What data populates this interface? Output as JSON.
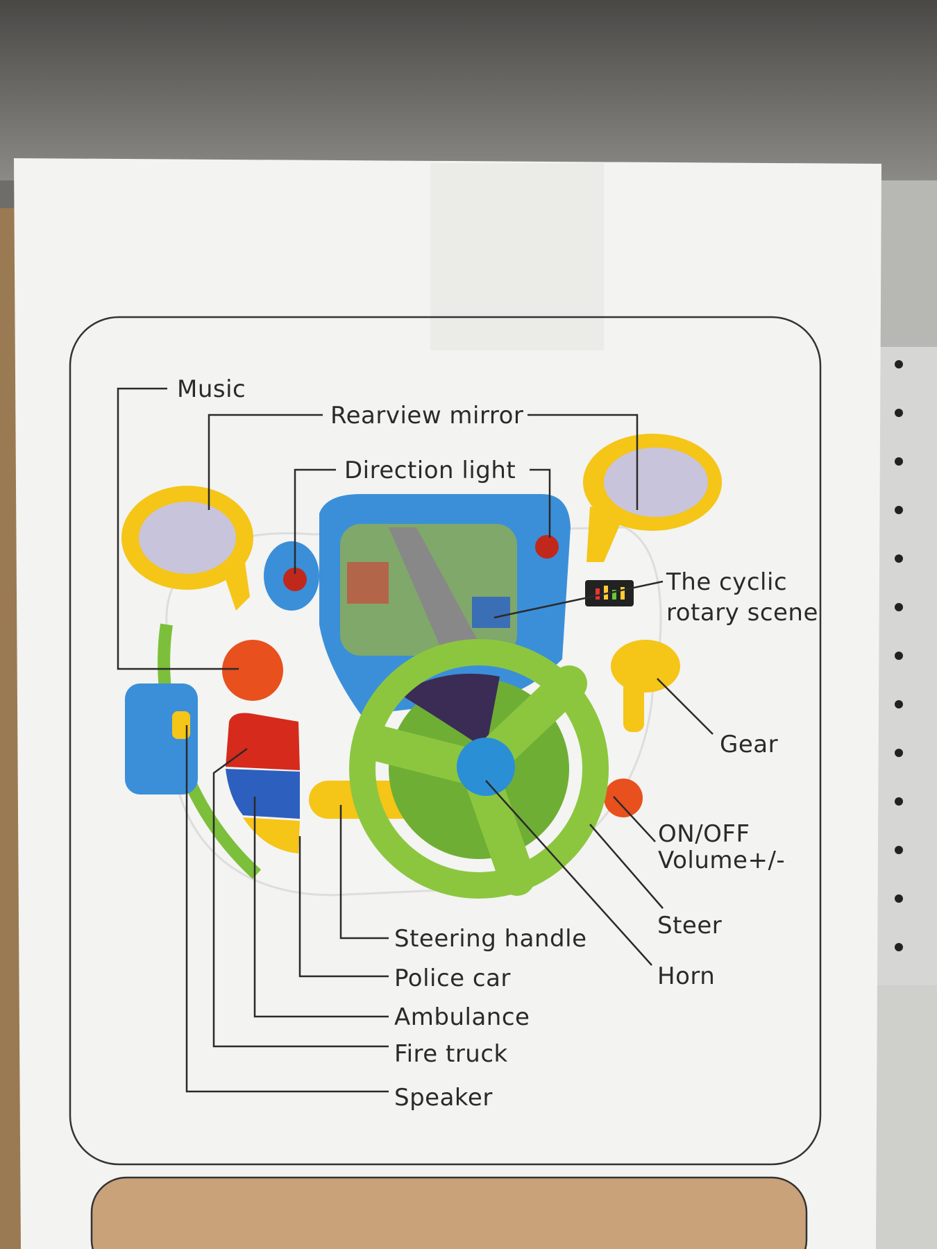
{
  "labels": {
    "music": "Music",
    "rearview_mirror": "Rearview mirror",
    "direction_light": "Direction light",
    "cyclic_line1": "The cyclic",
    "cyclic_line2": "rotary scene",
    "gear": "Gear",
    "on_off": "ON/OFF",
    "volume": "Volume+/-",
    "steer": "Steer",
    "horn": "Horn",
    "steering_handle": "Steering handle",
    "police_car": "Police car",
    "ambulance": "Ambulance",
    "fire_truck": "Fire truck",
    "speaker": "Speaker"
  },
  "colors": {
    "toy_body": "#f4f4f2",
    "screen_frame": "#3b8fd8",
    "wheel": "#8cc63f",
    "mirror": "#f5c518",
    "button_orange": "#e8501e",
    "label_text": "#2a2a2a"
  }
}
